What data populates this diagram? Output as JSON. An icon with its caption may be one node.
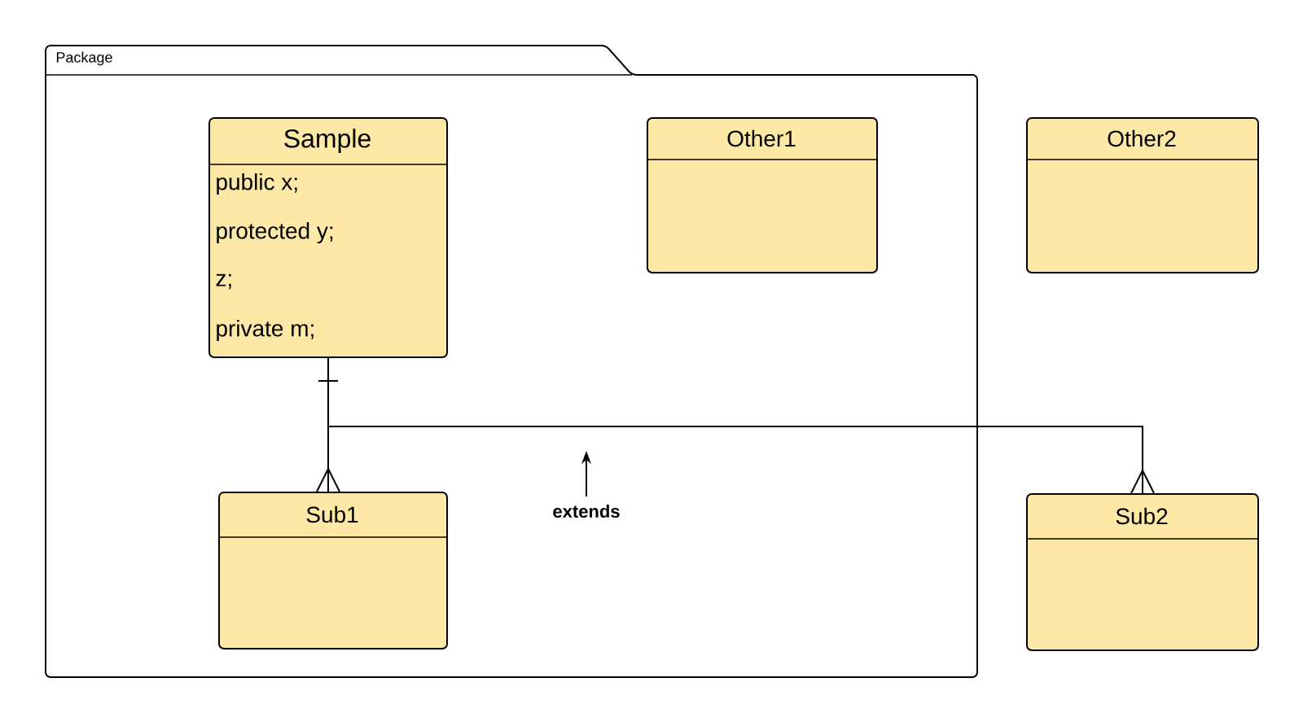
{
  "diagram": {
    "nodes": [
      {
        "text": [
          "Package"
        ]
      },
      {
        "text": [
          "Sample",
          "public x;",
          "protected y;",
          "z;",
          "private m;"
        ],
        "in": 0
      },
      {
        "text": [
          "Other1"
        ],
        "in": 0
      },
      {
        "text": [
          "Other2"
        ]
      },
      {
        "text": [
          "Sub1"
        ],
        "in": 0
      },
      {
        "text": [
          "Sub2"
        ]
      }
    ],
    "edges": [
      {
        "from": 1,
        "to": 4,
        "arrow": "other"
      },
      {
        "from": 1,
        "to": 5,
        "arrow": "other"
      }
    ],
    "labels": [
      "extends"
    ]
  }
}
